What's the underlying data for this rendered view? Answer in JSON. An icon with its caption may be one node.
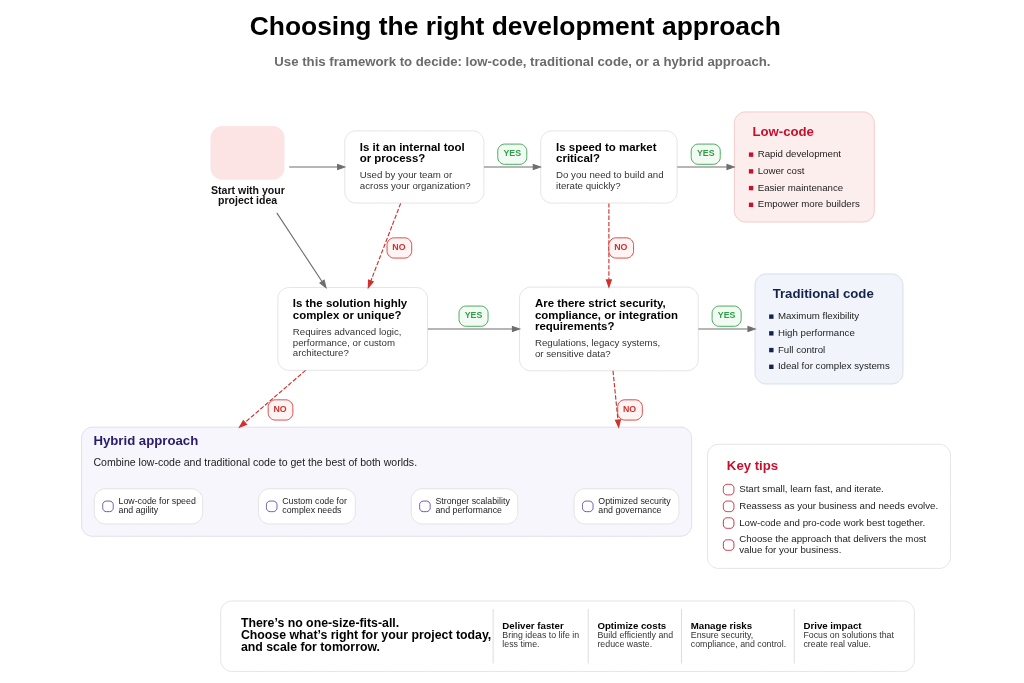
{
  "diagram": {
    "title": "Choosing the right development approach",
    "nodes": [
      {
        "text": [
          "Start with your project idea"
        ]
      },
      {
        "text": [
          "Is it an internal tool or process?",
          "Used by your team or across your organization?"
        ]
      },
      {
        "text": [
          "Is speed to market critical?",
          "Do you need to build and iterate quickly?"
        ]
      },
      {
        "text": [
          "Low-code",
          "Rapid development",
          "Lower cost",
          "Easier maintenance",
          "Empower more builders"
        ]
      },
      {
        "text": [
          "Is the solution highly complex or unique?",
          "Requires advanced logic, performance, or custom architecture?"
        ]
      },
      {
        "text": [
          "Are there strict security, compliance, or integration requirements?",
          "Regulations, legacy systems, or sensitive data?"
        ]
      },
      {
        "text": [
          "Traditional code",
          "Maximum flexibility",
          "High performance",
          "Full control",
          "Ideal for complex systems"
        ]
      },
      {
        "text": [
          "Hybrid approach",
          "Combine low-code and traditional code to get the best of both worlds."
        ]
      },
      {
        "text": [
          "Low-code for speed and agility"
        ],
        "in": 7
      },
      {
        "text": [
          "Custom code for complex needs"
        ],
        "in": 7
      },
      {
        "text": [
          "Stronger scalability and performance"
        ],
        "in": 7
      },
      {
        "text": [
          "Optimized security and governance"
        ],
        "in": 7
      },
      {
        "text": [
          "Key tips",
          "Start small, learn fast, and iterate.",
          "Reassess as your business and needs evolve.",
          "Low-code and pro-code work best together.",
          "Choose the approach that delivers the most value for your business."
        ]
      },
      {
        "text": [
          "There’s no one-size-fits-all. Choose what’s right for your project today, and scale for tomorrow.",
          "Deliver faster",
          "Bring ideas to life in less time.",
          "Optimize costs",
          "Build efficiently and reduce waste.",
          "Manage risks",
          "Ensure security, compliance, and control.",
          "Drive impact",
          "Focus on solutions that create real value."
        ]
      }
    ],
    "edges": [
      {
        "from": 0,
        "to": 1,
        "arrow": "to"
      },
      {
        "from": 0,
        "to": 4,
        "arrow": "to"
      },
      {
        "from": 1,
        "to": 2,
        "label": "YES",
        "arrow": "to"
      },
      {
        "from": 2,
        "to": 3,
        "label": "YES",
        "arrow": "to"
      },
      {
        "from": 1,
        "to": 4,
        "label": "NO",
        "arrow": "to",
        "style": "dashed",
        "color": "#d0312d"
      },
      {
        "from": 2,
        "to": 5,
        "label": "NO",
        "arrow": "to",
        "style": "dashed",
        "color": "#d0312d"
      },
      {
        "from": 4,
        "to": 5,
        "label": "YES",
        "arrow": "to"
      },
      {
        "from": 5,
        "to": 6,
        "label": "YES",
        "arrow": "to"
      },
      {
        "from": 4,
        "to": 7,
        "label": "NO",
        "arrow": "to",
        "style": "dashed",
        "color": "#d0312d"
      },
      {
        "from": 5,
        "to": 7,
        "label": "NO",
        "arrow": "to",
        "style": "dashed",
        "color": "#d0312d"
      }
    ],
    "labels": [
      "Use this framework to decide: low-code, traditional code, or a hybrid approach."
    ]
  }
}
